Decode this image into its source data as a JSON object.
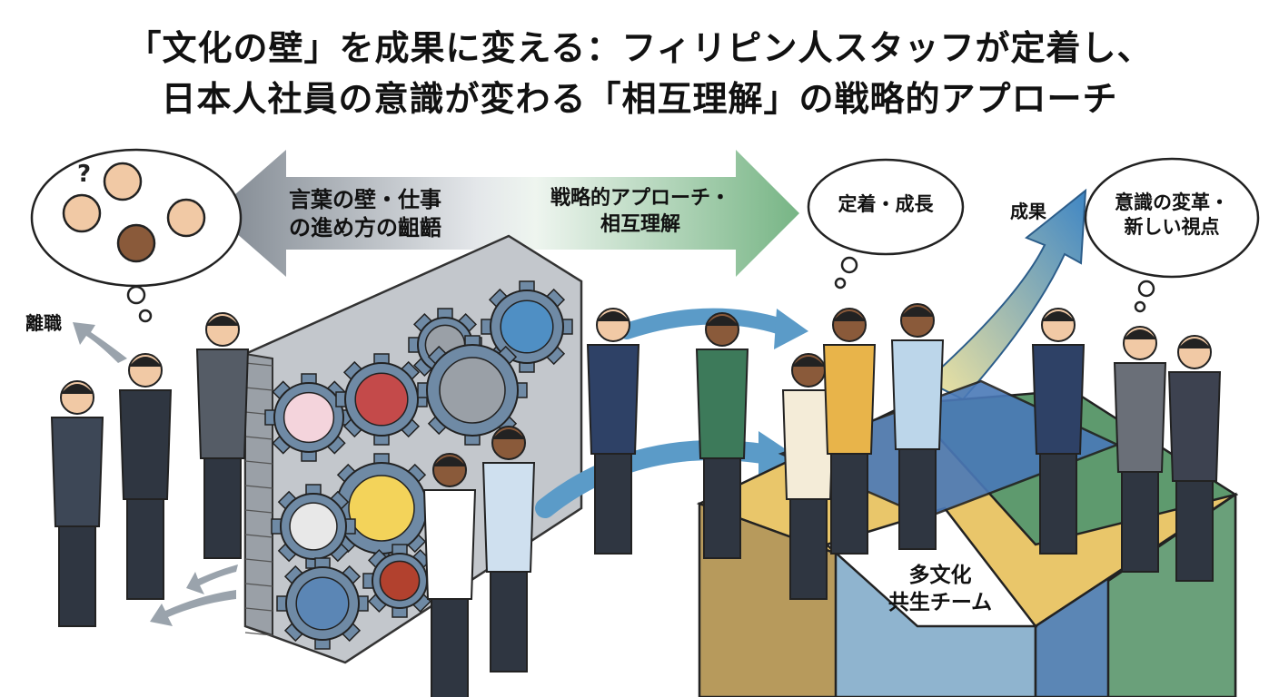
{
  "title": {
    "line1": "「文化の壁」を成果に変える：フィリピン人スタッフが定着し、",
    "line2": "日本人社員の意識が変わる「相互理解」の戦略的アプローチ"
  },
  "arrow": {
    "left_line1": "言葉の壁・仕事",
    "left_line2": "の進め方の齟齬",
    "right_line1": "戦略的アプローチ・",
    "right_line2": "相互理解"
  },
  "labels": {
    "turnover": "離職",
    "results": "成果",
    "team_line1": "多文化",
    "team_line2": "共生チーム"
  },
  "clouds": {
    "retention": "定着・成長",
    "mindset_line1": "意識の変革・",
    "mindset_line2": "新しい視点"
  },
  "colors": {
    "arrow_left": "#8a929b",
    "arrow_right": "#7fb88a",
    "wall": "#b9bec4",
    "puzzle_yellow": "#e9c66a",
    "puzzle_green": "#5e9a6e",
    "puzzle_blue": "#5b86b5",
    "growth_arrow": "#4f8fc4"
  }
}
